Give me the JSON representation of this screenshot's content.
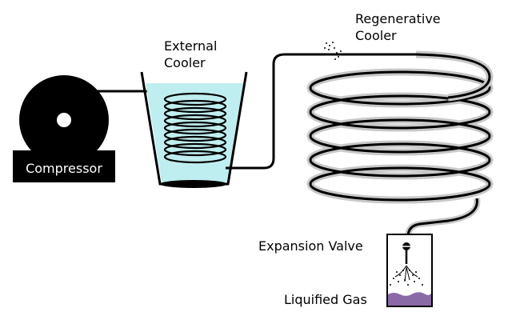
{
  "labels": {
    "compressor": "Compressor",
    "external_cooler_line1": "External",
    "external_cooler_line2": "Cooler",
    "regenerative_line1": "Regenerative",
    "regenerative_line2": "Cooler",
    "expansion_valve": "Expansion Valve",
    "liquified_gas": "Liquified Gas"
  },
  "colors": {
    "pipe": "#000000",
    "coil_shadow": "#c8c8c8",
    "water": "#bfeef0",
    "liquid": "#8a6aa6"
  }
}
